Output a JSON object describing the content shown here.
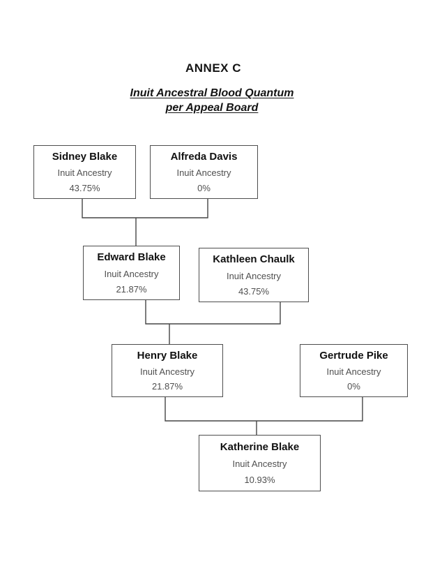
{
  "document": {
    "annex_title": "ANNEX C",
    "subtitle_line1": "Inuit Ancestral Blood Quantum",
    "subtitle_line2": "per Appeal Board"
  },
  "people": [
    {
      "name": "Sidney Blake",
      "ancestry_label": "Inuit Ancestry",
      "percent": "43.75%"
    },
    {
      "name": "Alfreda Davis",
      "ancestry_label": "Inuit Ancestry",
      "percent": "0%"
    },
    {
      "name": "Edward Blake",
      "ancestry_label": "Inuit Ancestry",
      "percent": "21.87%",
      "parents": [
        "Sidney Blake",
        "Alfreda Davis"
      ]
    },
    {
      "name": "Kathleen Chaulk",
      "ancestry_label": "Inuit Ancestry",
      "percent": "43.75%"
    },
    {
      "name": "Henry Blake",
      "ancestry_label": "Inuit Ancestry",
      "percent": "21.87%",
      "parents": [
        "Edward Blake",
        "Kathleen Chaulk"
      ]
    },
    {
      "name": "Gertrude Pike",
      "ancestry_label": "Inuit Ancestry",
      "percent": "0%"
    },
    {
      "name": "Katherine Blake",
      "ancestry_label": "Inuit Ancestry",
      "percent": "10.93%",
      "parents": [
        "Henry Blake",
        "Gertrude Pike"
      ]
    }
  ],
  "colors": {
    "page_background": "#ffffff",
    "box_border": "#4d4d4d",
    "name_text": "#111111",
    "secondary_text": "#4f4f4f",
    "connector": "#454545"
  }
}
